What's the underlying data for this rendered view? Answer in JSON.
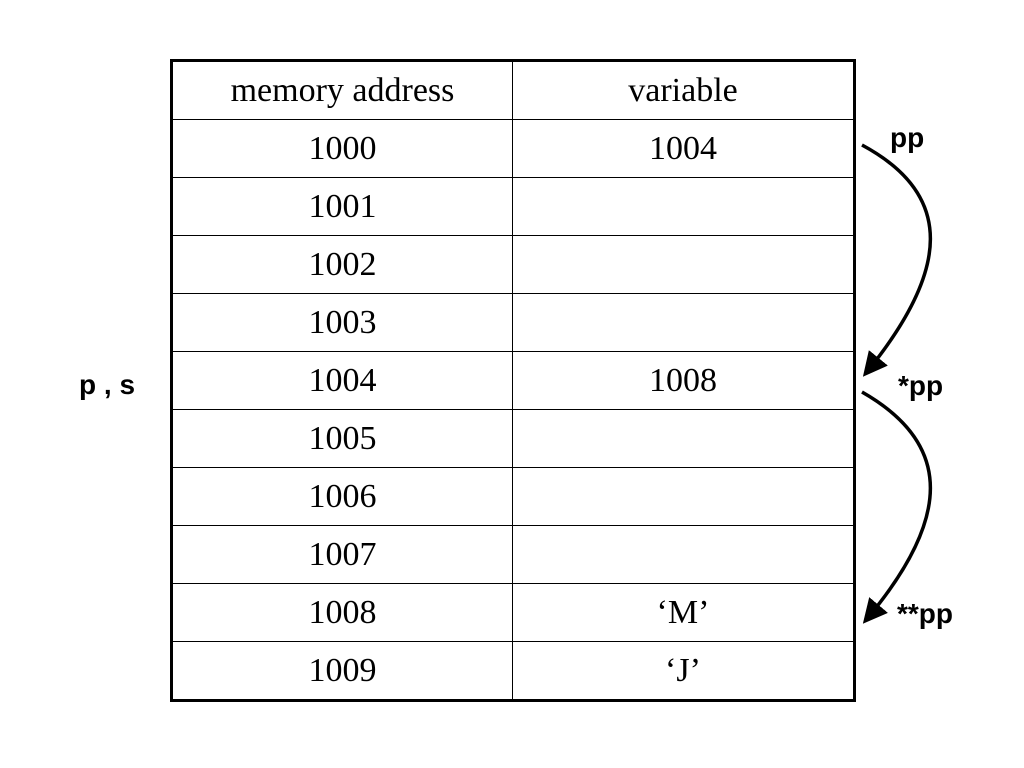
{
  "table": {
    "headers": [
      "memory address",
      "variable"
    ],
    "rows": [
      {
        "address": "1000",
        "value": "1004"
      },
      {
        "address": "1001",
        "value": ""
      },
      {
        "address": "1002",
        "value": ""
      },
      {
        "address": "1003",
        "value": ""
      },
      {
        "address": "1004",
        "value": "1008"
      },
      {
        "address": "1005",
        "value": ""
      },
      {
        "address": "1006",
        "value": ""
      },
      {
        "address": "1007",
        "value": ""
      },
      {
        "address": "1008",
        "value": "‘M’"
      },
      {
        "address": "1009",
        "value": "‘J’"
      }
    ]
  },
  "labels": {
    "left": "p , s",
    "pp": "pp",
    "deref1": "*pp",
    "deref2": "**pp"
  },
  "colors": {
    "line": "#000000",
    "background": "#ffffff"
  }
}
